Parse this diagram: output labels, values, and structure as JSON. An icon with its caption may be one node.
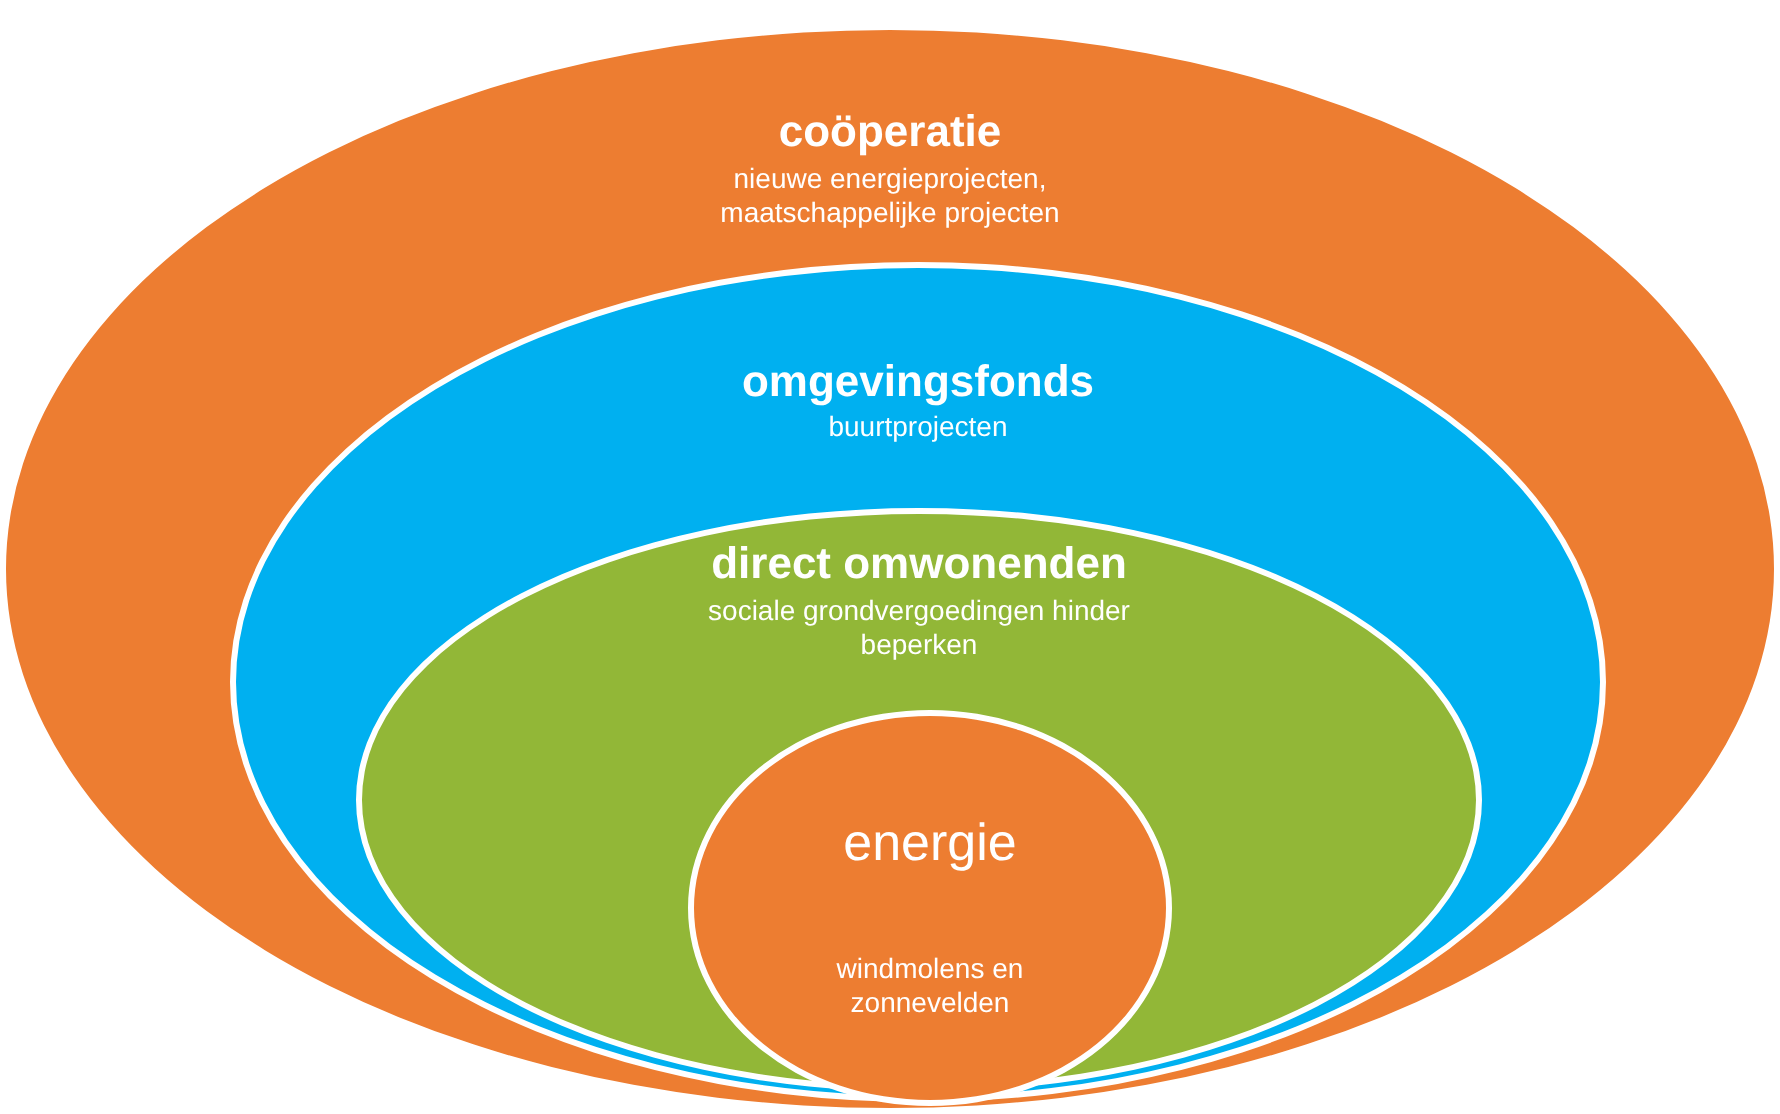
{
  "diagram": {
    "nodes": [
      {
        "text": [
          "coöperatie",
          "nieuwe energieprojecten, maatschappelijke projecten"
        ]
      },
      {
        "text": [
          "omgevingsfonds",
          "buurtprojecten"
        ],
        "in": 0
      },
      {
        "text": [
          "direct omwonenden",
          "sociale grondvergoedingen hinder beperken"
        ],
        "in": 1
      },
      {
        "text": [
          "energie",
          "windmolens en zonnevelden"
        ],
        "in": 2
      }
    ]
  }
}
